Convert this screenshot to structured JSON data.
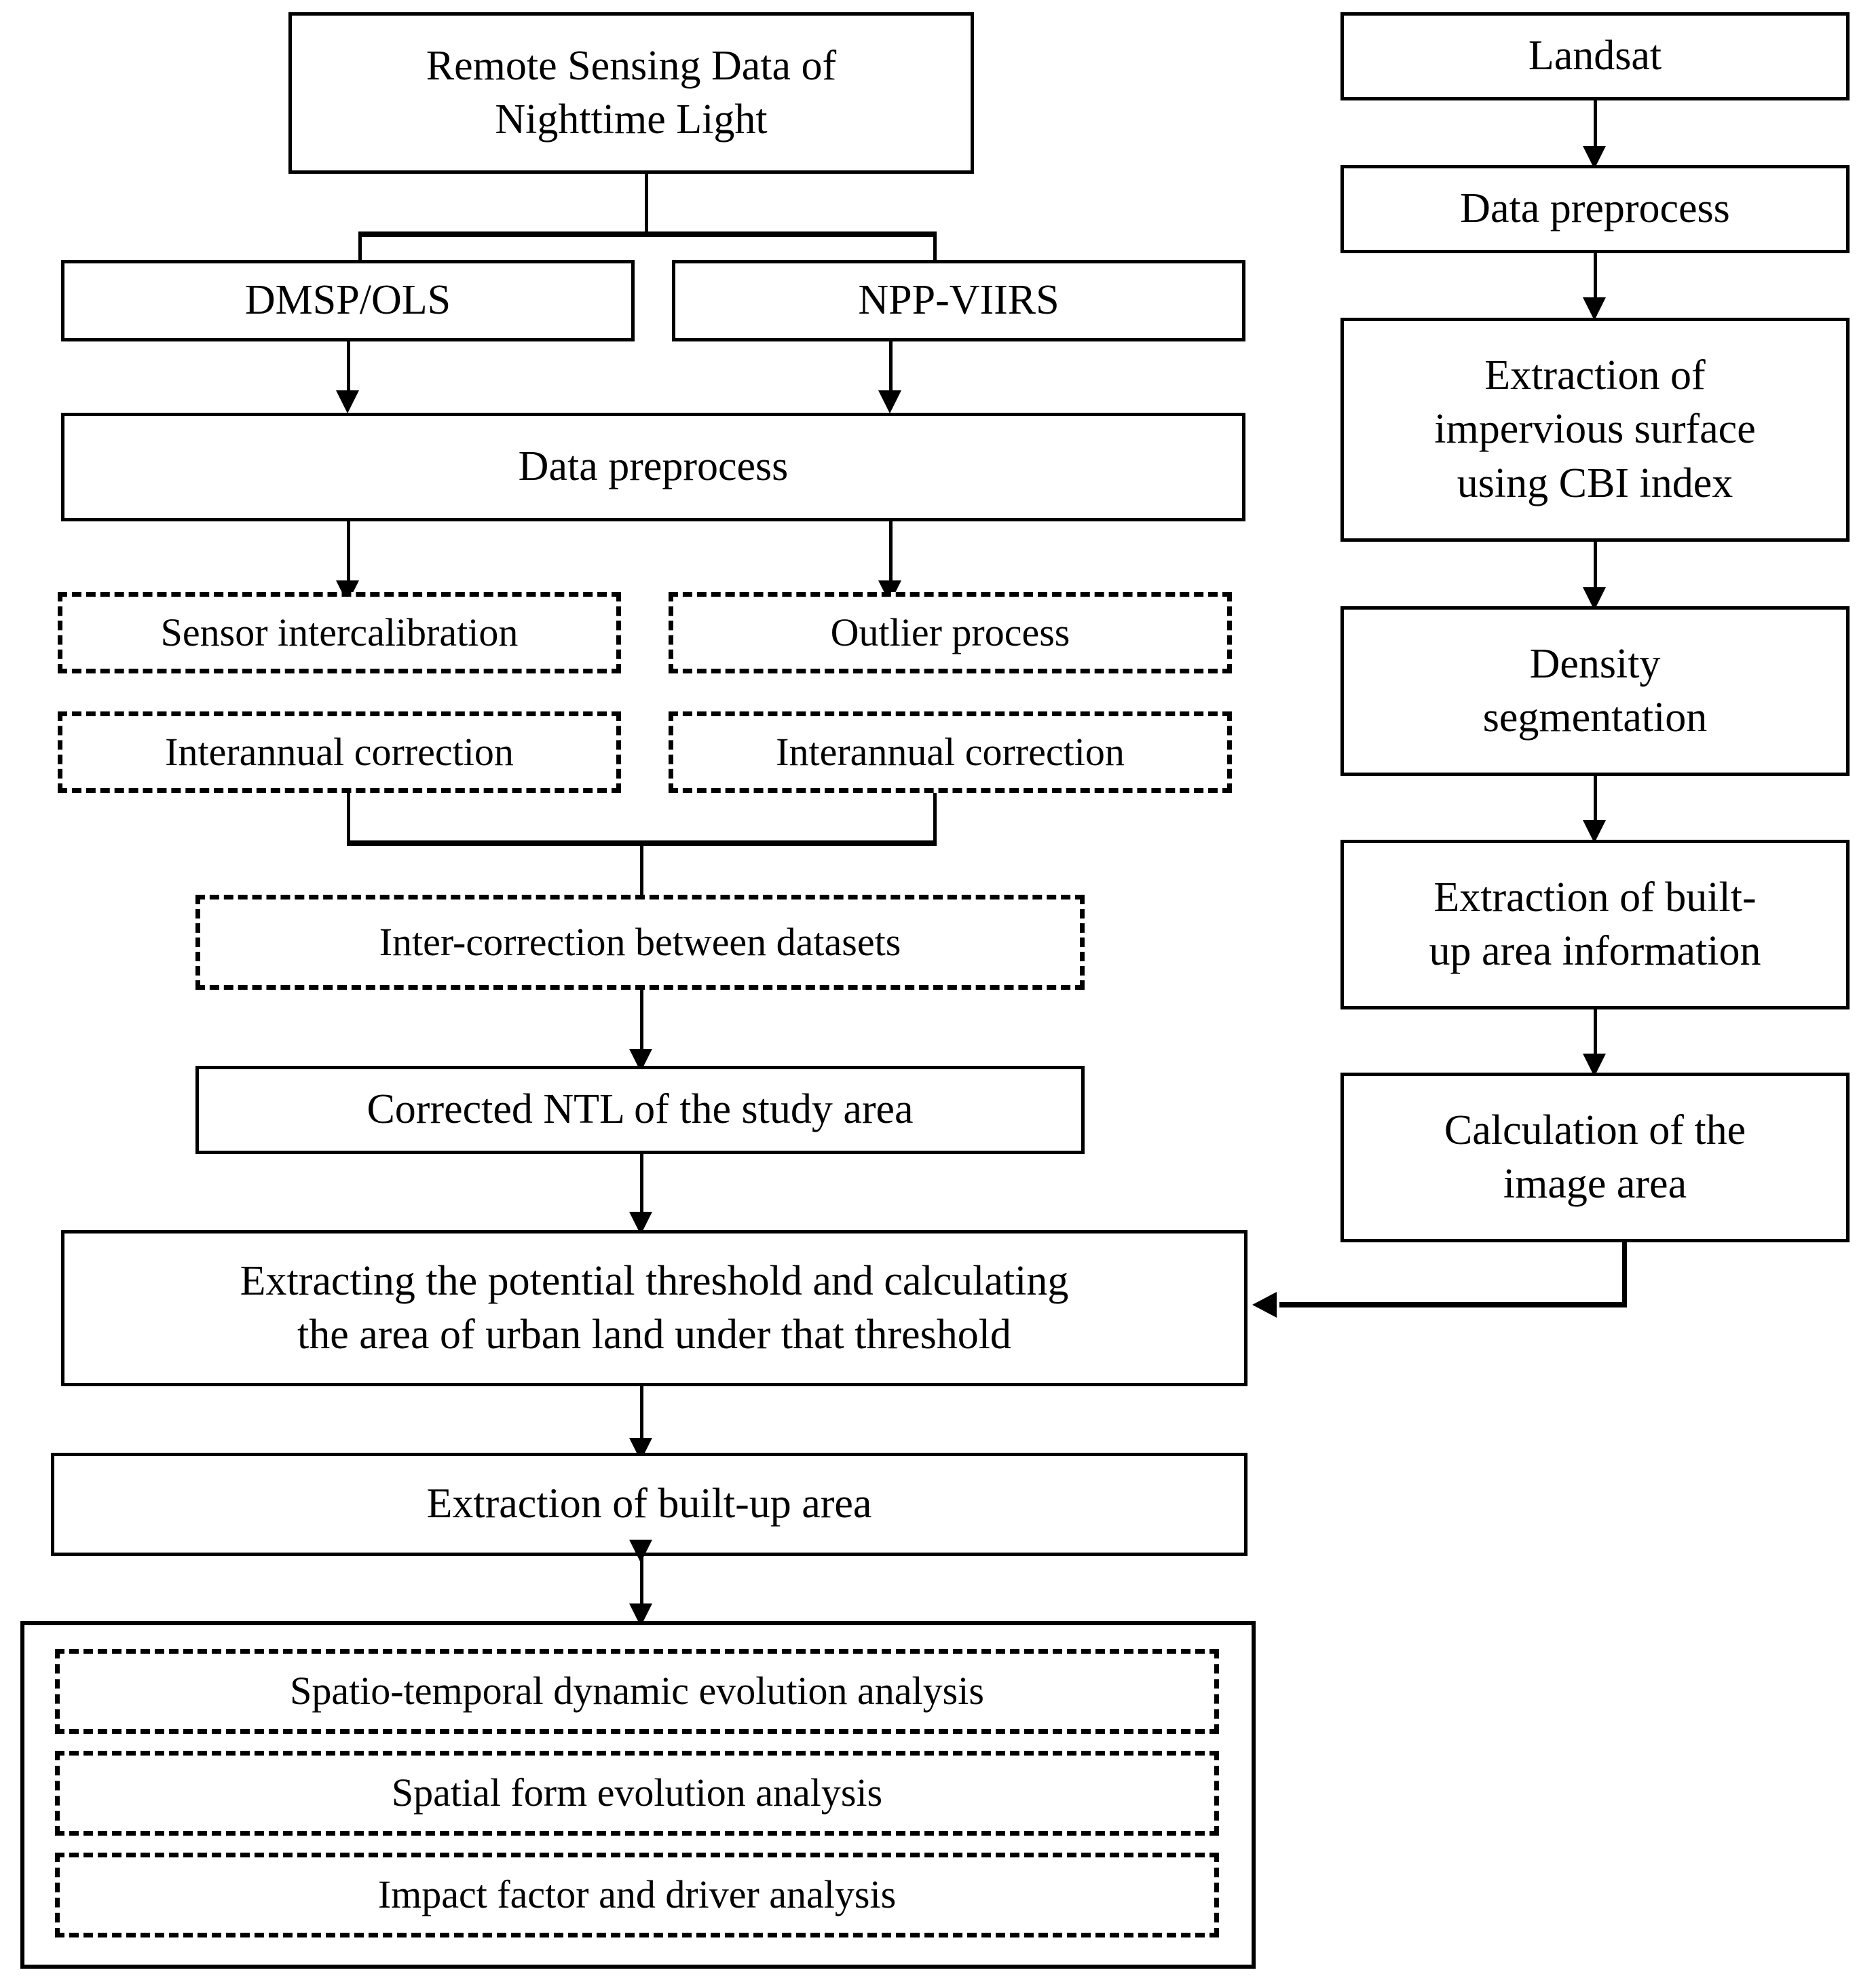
{
  "diagram": {
    "title": "Technical flowchart of urban built-up area extraction from nighttime light and Landsat data",
    "type": "flowchart",
    "background_color": "#ffffff",
    "line_color": "#000000",
    "text_color": "#000000"
  },
  "left_branch": {
    "source": "Remote Sensing Data of\nNighttime Light",
    "datasets": {
      "dmsp": "DMSP/OLS",
      "npp": "NPP-VIIRS"
    },
    "preprocess": "Data preprocess",
    "corrections": {
      "sensor_intercalibration": "Sensor intercalibration",
      "outlier_process": "Outlier process",
      "interannual_correction_left": "Interannual correction",
      "interannual_correction_right": "Interannual correction"
    },
    "inter_correction": "Inter-correction between datasets",
    "corrected_ntl": "Corrected NTL of the study area",
    "threshold_step": "Extracting the potential threshold and calculating\nthe area of urban land under that threshold",
    "builtup_extraction": "Extraction of built-up area"
  },
  "right_branch": {
    "source": "Landsat",
    "preprocess": "Data preprocess",
    "impervious": "Extraction of\nimpervious surface\nusing CBI index",
    "density": "Density\nsegmentation",
    "builtup_info": "Extraction of built-\nup area information",
    "image_area": "Calculation of the\nimage area"
  },
  "analysis_group": {
    "items": [
      "Spatio-temporal dynamic evolution analysis",
      "Spatial form evolution analysis",
      "Impact factor and driver analysis"
    ]
  }
}
